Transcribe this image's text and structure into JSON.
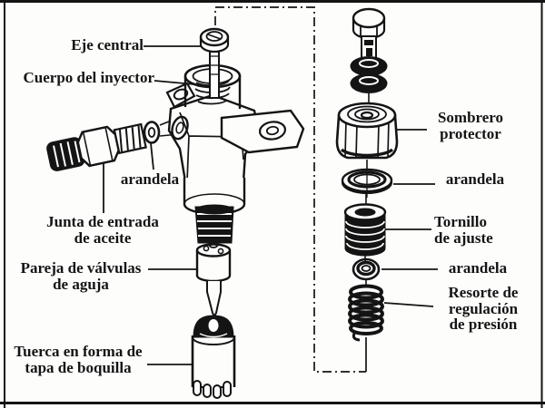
{
  "figure": {
    "colors": {
      "ink": "#141414",
      "paper": "#fdfdfc"
    },
    "labels": {
      "eje_central": "Eje central",
      "cuerpo_del_inyector": "Cuerpo del inyector",
      "arandela_izquierda": "arandela",
      "junta_de_entrada": "Junta de entrada\nde aceite",
      "pareja_de_valvulas": "Pareja de válvulas\nde aguja",
      "tuerca_tapa_boquilla": "Tuerca en forma de\ntapa de boquilla",
      "sombrero_protector": "Sombrero\nprotector",
      "arandela_superior_derecha": "arandela",
      "tornillo_de_ajuste": "Tornillo\nde ajuste",
      "arandela_inferior_derecha": "arandela",
      "resorte_regulacion": "Resorte de\nregulación\nde presión"
    }
  }
}
